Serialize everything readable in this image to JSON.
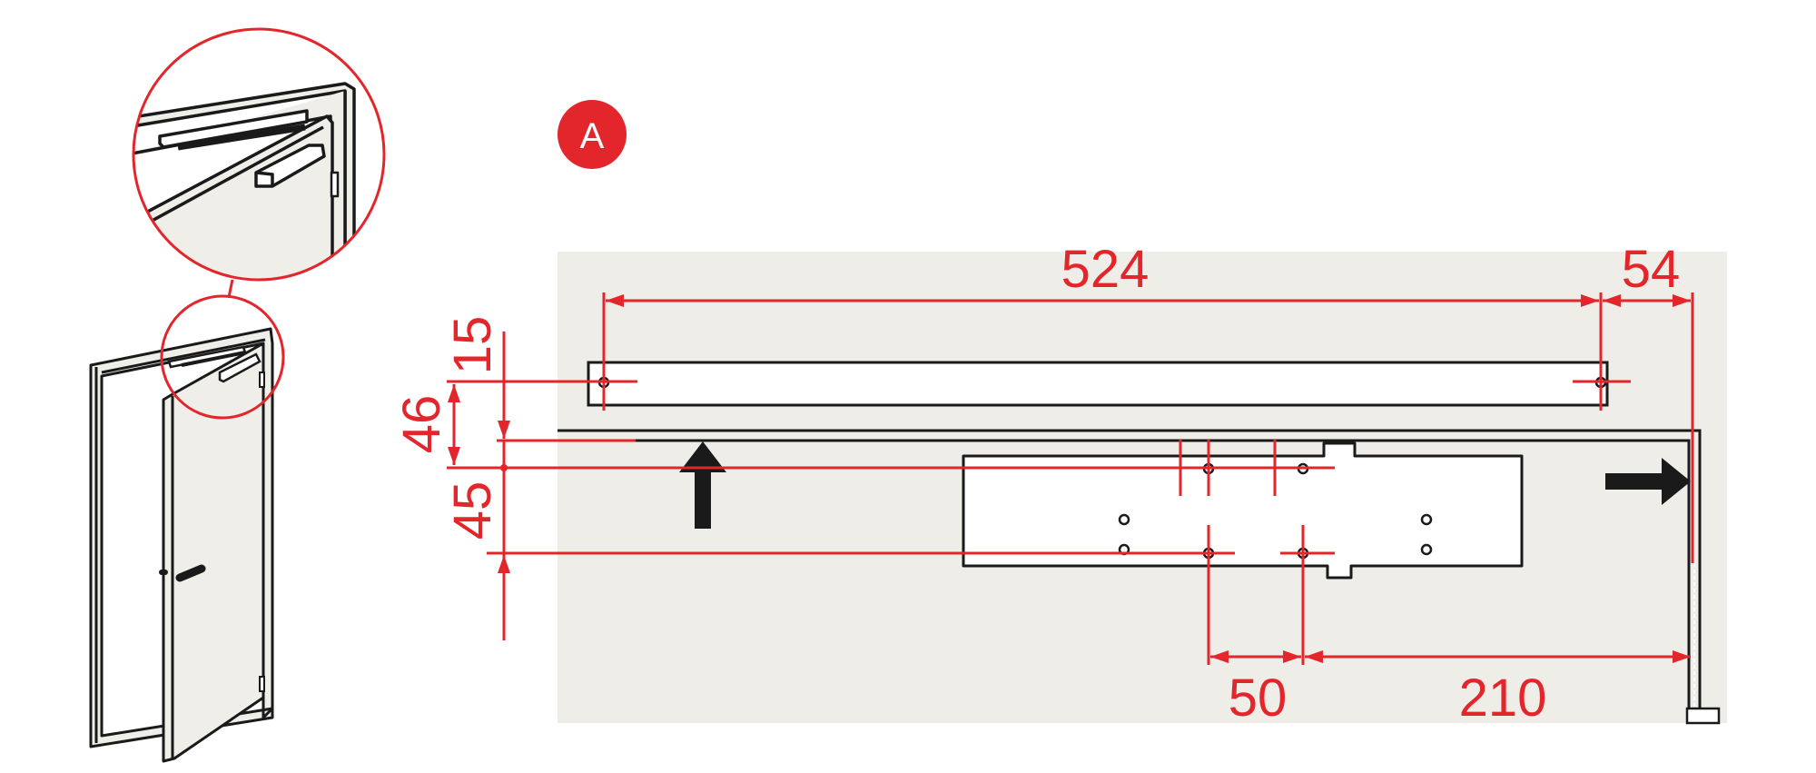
{
  "badge": {
    "label": "A",
    "color": "#e3262b"
  },
  "colors": {
    "dimension": "#e3262b",
    "outline": "#1a1a1a",
    "background_panel": "#eeede8",
    "part_fill": "#ffffff",
    "door_fill": "#efeee9"
  },
  "dimensions": {
    "rail_hole_spacing": "524",
    "rail_to_frame_edge": "54",
    "rail_hole_above_frame": "15",
    "rail_hole_to_plate_hole": "46",
    "plate_hole_vertical_spacing": "45",
    "plate_hole_horizontal_spacing": "50",
    "plate_hole_to_hinge_edge": "210"
  },
  "illustration": {
    "subject": "door closer with slide rail mounted on open door",
    "detail_callout": "magnified view of slide rail and closer body"
  }
}
